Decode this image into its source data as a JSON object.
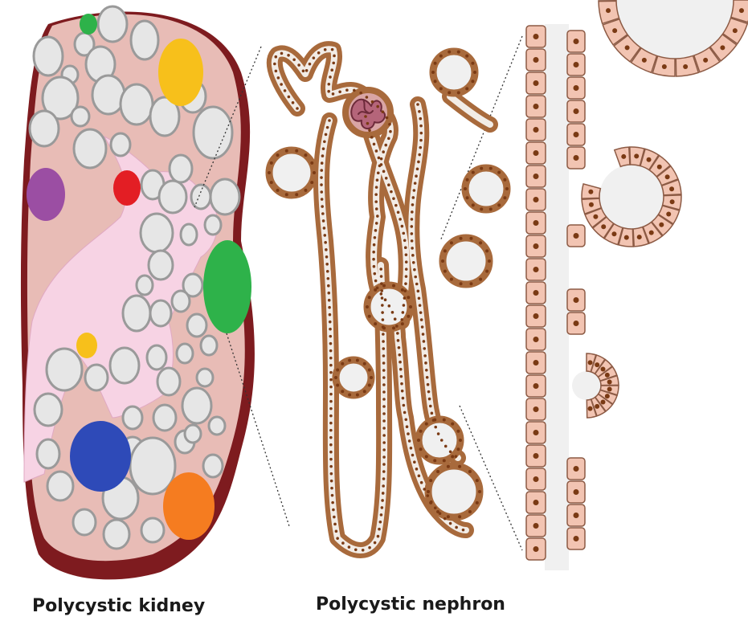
{
  "captions": {
    "kidney": "Polycystic kidney",
    "nephron": "Polycystic nephron"
  },
  "colors": {
    "kidney_capsule": "#7e1b1f",
    "kidney_cortex": "#e8bcb6",
    "renal_pelvis": "#f7d3e4",
    "cyst_fill": "#e6e6e6",
    "cyst_border": "#9a9a9a",
    "cyst_highlights": [
      "#2eb24a",
      "#f7c01b",
      "#9b4ea3",
      "#e31e24",
      "#2eb24a",
      "#f7c01b",
      "#2e4ab8",
      "#f57c20"
    ],
    "nephron_wall": "#a86a3c",
    "nephron_cell": "#d49a74",
    "epithelial_cell": "#f2c4b2",
    "cell_border": "#8c5a44",
    "nucleus": "#7a3a14",
    "lumen": "#f0f0f0"
  },
  "icons": [
    "kidney-illustration",
    "nephron-illustration",
    "epithelium-illustration",
    "zoom-guide-lines"
  ]
}
